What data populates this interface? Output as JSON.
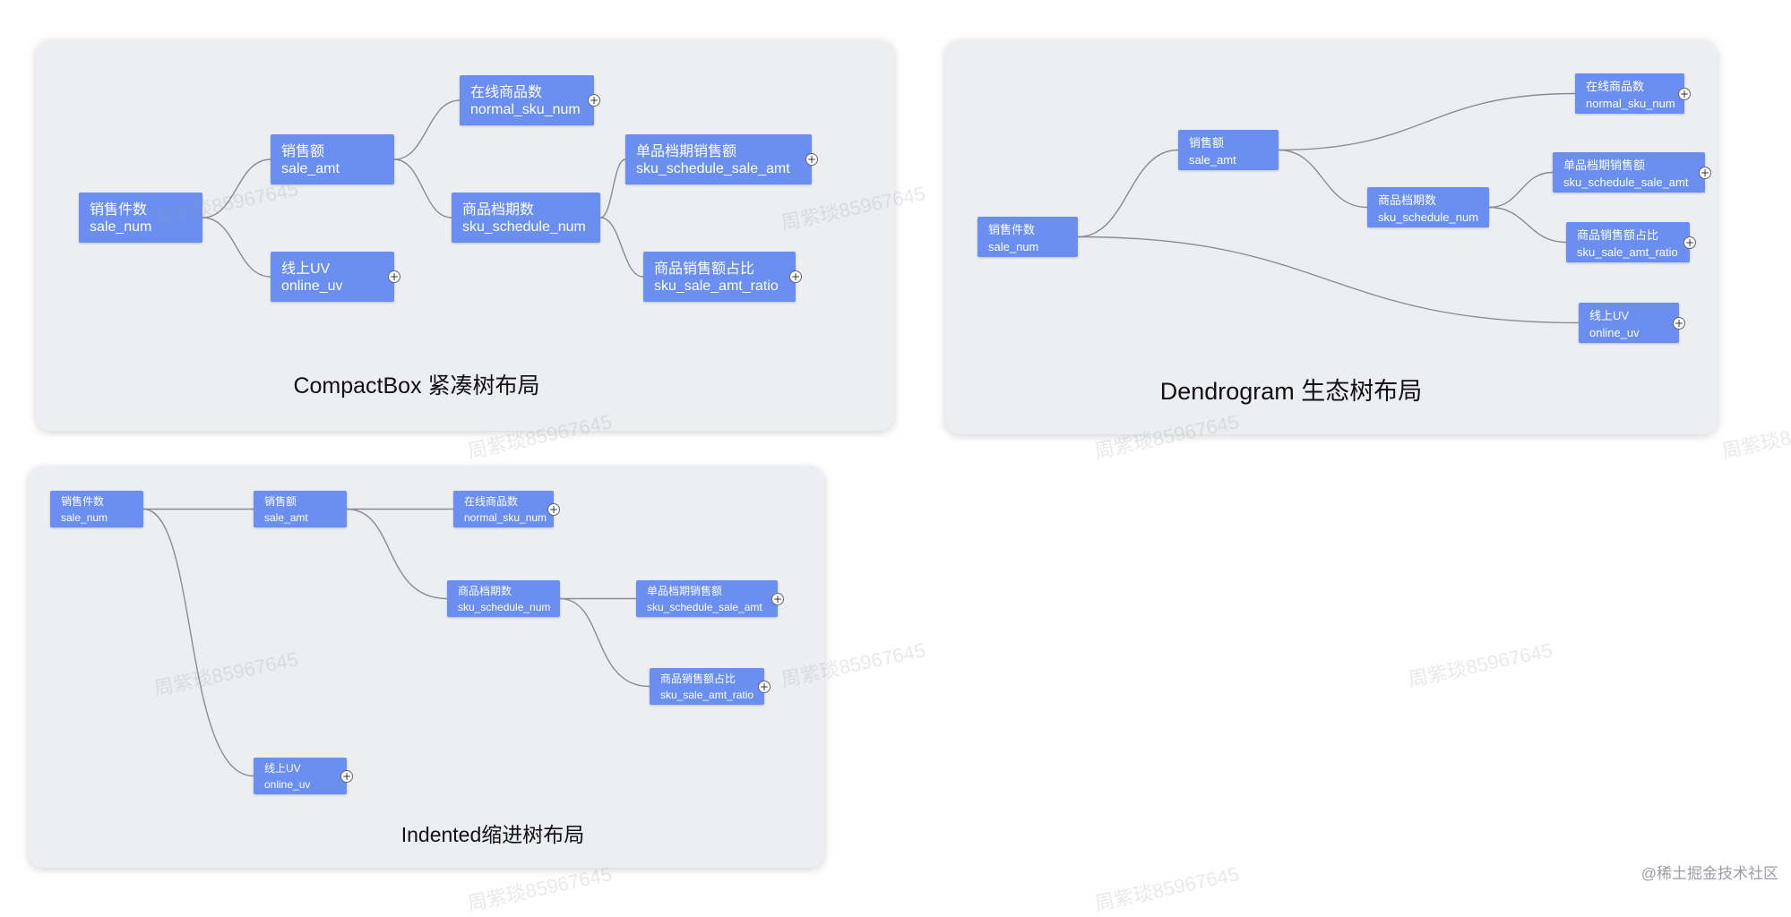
{
  "colors": {
    "node_fill": "#6b8ff0",
    "panel_bg": "#eceef2",
    "link": "#888c93"
  },
  "nodes": {
    "root": {
      "label": "销售件数",
      "field": "sale_num"
    },
    "sale_amt": {
      "label": "销售额",
      "field": "sale_amt"
    },
    "online": {
      "label": "在线商品数",
      "field": "normal_sku_num"
    },
    "schedule": {
      "label": "商品档期数",
      "field": "sku_schedule_num"
    },
    "single": {
      "label": "单品档期销售额",
      "field": "sku_schedule_sale_amt"
    },
    "ratio": {
      "label": "商品销售额占比",
      "field": "sku_sale_amt_ratio"
    },
    "uv": {
      "label": "线上UV",
      "field": "online_uv"
    }
  },
  "expand_icon": "+",
  "panels": {
    "compact": {
      "caption": "CompactBox 紧凑树布局"
    },
    "dendrogram": {
      "caption": "Dendrogram 生态树布局"
    },
    "indented": {
      "caption": "Indented缩进树布局"
    }
  },
  "watermark_text": "周紫琰85967645",
  "footer_credit": "@稀土掘金技术社区"
}
